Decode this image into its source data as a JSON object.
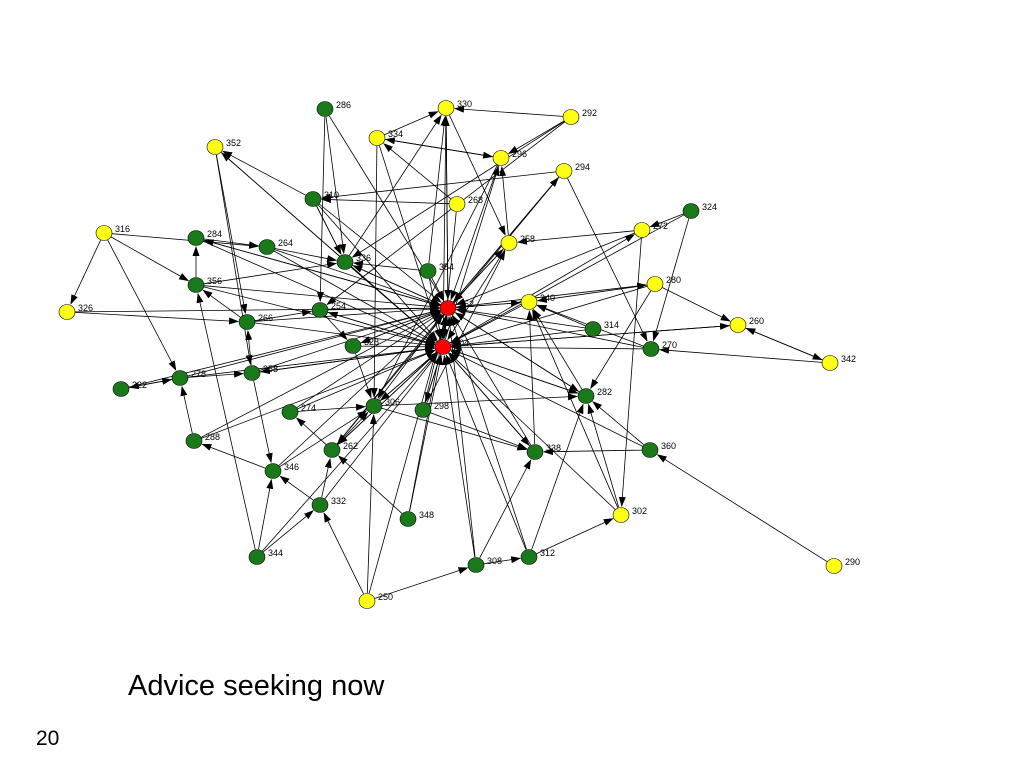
{
  "caption": "Advice seeking now",
  "page_number": "20",
  "colors": {
    "green": "#1a7a1a",
    "yellow": "#ffff14",
    "red": "#ff0000",
    "edge": "#000000"
  },
  "nodes": [
    {
      "id": "286",
      "color": "green"
    },
    {
      "id": "330",
      "color": "yellow"
    },
    {
      "id": "292",
      "color": "yellow"
    },
    {
      "id": "352",
      "color": "yellow"
    },
    {
      "id": "334",
      "color": "yellow"
    },
    {
      "id": "296",
      "color": "yellow"
    },
    {
      "id": "294",
      "color": "yellow"
    },
    {
      "id": "310",
      "color": "green"
    },
    {
      "id": "268",
      "color": "yellow"
    },
    {
      "id": "324",
      "color": "green"
    },
    {
      "id": "316",
      "color": "yellow"
    },
    {
      "id": "284",
      "color": "green"
    },
    {
      "id": "264",
      "color": "green"
    },
    {
      "id": "258",
      "color": "yellow"
    },
    {
      "id": "272",
      "color": "yellow"
    },
    {
      "id": "336",
      "color": "green"
    },
    {
      "id": "354",
      "color": "green"
    },
    {
      "id": "280",
      "color": "yellow"
    },
    {
      "id": "356",
      "color": "green"
    },
    {
      "id": "326",
      "color": "yellow"
    },
    {
      "id": "254",
      "color": "green"
    },
    {
      "id": "252",
      "color": "red"
    },
    {
      "id": "340",
      "color": "yellow"
    },
    {
      "id": "266",
      "color": "green"
    },
    {
      "id": "260",
      "color": "yellow"
    },
    {
      "id": "314",
      "color": "green"
    },
    {
      "id": "328",
      "color": "green"
    },
    {
      "id": "304",
      "color": "red"
    },
    {
      "id": "270",
      "color": "green"
    },
    {
      "id": "342",
      "color": "yellow"
    },
    {
      "id": "358",
      "color": "green"
    },
    {
      "id": "278",
      "color": "green"
    },
    {
      "id": "322",
      "color": "green"
    },
    {
      "id": "282",
      "color": "green"
    },
    {
      "id": "274",
      "color": "green"
    },
    {
      "id": "306",
      "color": "green"
    },
    {
      "id": "298",
      "color": "green"
    },
    {
      "id": "288",
      "color": "green"
    },
    {
      "id": "262",
      "color": "green"
    },
    {
      "id": "338",
      "color": "green"
    },
    {
      "id": "360",
      "color": "green"
    },
    {
      "id": "346",
      "color": "green"
    },
    {
      "id": "332",
      "color": "green"
    },
    {
      "id": "348",
      "color": "green"
    },
    {
      "id": "302",
      "color": "yellow"
    },
    {
      "id": "344",
      "color": "green"
    },
    {
      "id": "308",
      "color": "green"
    },
    {
      "id": "312",
      "color": "green"
    },
    {
      "id": "290",
      "color": "yellow"
    },
    {
      "id": "250",
      "color": "yellow"
    }
  ],
  "edges": [
    [
      "316",
      "326"
    ],
    [
      "316",
      "356"
    ],
    [
      "316",
      "278"
    ],
    [
      "316",
      "264"
    ],
    [
      "326",
      "252"
    ],
    [
      "326",
      "266"
    ],
    [
      "352",
      "358"
    ],
    [
      "352",
      "266"
    ],
    [
      "352",
      "304"
    ],
    [
      "286",
      "336"
    ],
    [
      "286",
      "254"
    ],
    [
      "286",
      "252"
    ],
    [
      "334",
      "330"
    ],
    [
      "334",
      "296"
    ],
    [
      "334",
      "306"
    ],
    [
      "334",
      "304"
    ],
    [
      "330",
      "304"
    ],
    [
      "330",
      "258"
    ],
    [
      "330",
      "252"
    ],
    [
      "292",
      "330"
    ],
    [
      "292",
      "336"
    ],
    [
      "292",
      "254"
    ],
    [
      "292",
      "296"
    ],
    [
      "296",
      "252"
    ],
    [
      "296",
      "334"
    ],
    [
      "296",
      "306"
    ],
    [
      "294",
      "262"
    ],
    [
      "294",
      "252"
    ],
    [
      "294",
      "270"
    ],
    [
      "294",
      "310"
    ],
    [
      "268",
      "310"
    ],
    [
      "268",
      "334"
    ],
    [
      "268",
      "304"
    ],
    [
      "310",
      "352"
    ],
    [
      "310",
      "336"
    ],
    [
      "310",
      "252"
    ],
    [
      "310",
      "304"
    ],
    [
      "324",
      "272"
    ],
    [
      "324",
      "304"
    ],
    [
      "324",
      "270"
    ],
    [
      "272",
      "258"
    ],
    [
      "272",
      "252"
    ],
    [
      "272",
      "302"
    ],
    [
      "280",
      "340"
    ],
    [
      "280",
      "304"
    ],
    [
      "280",
      "260"
    ],
    [
      "280",
      "282"
    ],
    [
      "260",
      "342"
    ],
    [
      "260",
      "304"
    ],
    [
      "342",
      "270"
    ],
    [
      "342",
      "260"
    ],
    [
      "290",
      "360"
    ],
    [
      "360",
      "282"
    ],
    [
      "360",
      "304"
    ],
    [
      "360",
      "338"
    ],
    [
      "302",
      "282"
    ],
    [
      "302",
      "304"
    ],
    [
      "302",
      "340"
    ],
    [
      "312",
      "302"
    ],
    [
      "312",
      "282"
    ],
    [
      "312",
      "304"
    ],
    [
      "312",
      "252"
    ],
    [
      "308",
      "312"
    ],
    [
      "308",
      "252"
    ],
    [
      "308",
      "304"
    ],
    [
      "308",
      "338"
    ],
    [
      "250",
      "308"
    ],
    [
      "250",
      "332"
    ],
    [
      "250",
      "306"
    ],
    [
      "250",
      "252"
    ],
    [
      "344",
      "332"
    ],
    [
      "344",
      "346"
    ],
    [
      "344",
      "356"
    ],
    [
      "344",
      "304"
    ],
    [
      "348",
      "304"
    ],
    [
      "348",
      "252"
    ],
    [
      "348",
      "262"
    ],
    [
      "332",
      "262"
    ],
    [
      "332",
      "304"
    ],
    [
      "332",
      "346"
    ],
    [
      "346",
      "288"
    ],
    [
      "346",
      "252"
    ],
    [
      "346",
      "306"
    ],
    [
      "288",
      "278"
    ],
    [
      "288",
      "252"
    ],
    [
      "288",
      "304"
    ],
    [
      "322",
      "278"
    ],
    [
      "322",
      "252"
    ],
    [
      "278",
      "322"
    ],
    [
      "278",
      "358"
    ],
    [
      "278",
      "304"
    ],
    [
      "278",
      "252"
    ],
    [
      "358",
      "304"
    ],
    [
      "358",
      "252"
    ],
    [
      "358",
      "266"
    ],
    [
      "356",
      "284"
    ],
    [
      "356",
      "252"
    ],
    [
      "356",
      "304"
    ],
    [
      "356",
      "336"
    ],
    [
      "284",
      "264"
    ],
    [
      "284",
      "252"
    ],
    [
      "284",
      "304"
    ],
    [
      "264",
      "252"
    ],
    [
      "264",
      "304"
    ],
    [
      "264",
      "336"
    ],
    [
      "266",
      "304"
    ],
    [
      "266",
      "252"
    ],
    [
      "266",
      "254"
    ],
    [
      "254",
      "252"
    ],
    [
      "254",
      "304"
    ],
    [
      "254",
      "328"
    ],
    [
      "336",
      "252"
    ],
    [
      "336",
      "304"
    ],
    [
      "336",
      "330"
    ],
    [
      "354",
      "330"
    ],
    [
      "354",
      "252"
    ],
    [
      "354",
      "304"
    ],
    [
      "328",
      "252"
    ],
    [
      "328",
      "304"
    ],
    [
      "306",
      "252"
    ],
    [
      "306",
      "304"
    ],
    [
      "306",
      "282"
    ],
    [
      "298",
      "252"
    ],
    [
      "298",
      "304"
    ],
    [
      "298",
      "258"
    ],
    [
      "262",
      "252"
    ],
    [
      "262",
      "304"
    ],
    [
      "262",
      "274"
    ],
    [
      "274",
      "252"
    ],
    [
      "274",
      "304"
    ],
    [
      "338",
      "252"
    ],
    [
      "338",
      "304"
    ],
    [
      "338",
      "340"
    ],
    [
      "282",
      "252"
    ],
    [
      "282",
      "304"
    ],
    [
      "282",
      "340"
    ],
    [
      "270",
      "252"
    ],
    [
      "270",
      "304"
    ],
    [
      "270",
      "340"
    ],
    [
      "314",
      "304"
    ],
    [
      "314",
      "252"
    ],
    [
      "314",
      "340"
    ],
    [
      "340",
      "252"
    ],
    [
      "340",
      "304"
    ],
    [
      "258",
      "252"
    ],
    [
      "258",
      "304"
    ],
    [
      "258",
      "296"
    ],
    [
      "252",
      "304"
    ],
    [
      "304",
      "252"
    ],
    [
      "252",
      "258"
    ],
    [
      "252",
      "340"
    ],
    [
      "304",
      "306"
    ],
    [
      "304",
      "282"
    ],
    [
      "304",
      "338"
    ],
    [
      "252",
      "336"
    ],
    [
      "304",
      "254"
    ],
    [
      "252",
      "328"
    ],
    [
      "304",
      "298"
    ],
    [
      "252",
      "282"
    ],
    [
      "304",
      "262"
    ],
    [
      "304",
      "352"
    ],
    [
      "252",
      "284"
    ],
    [
      "304",
      "358"
    ],
    [
      "252",
      "330"
    ],
    [
      "304",
      "296"
    ],
    [
      "252",
      "294"
    ],
    [
      "304",
      "272"
    ],
    [
      "252",
      "280"
    ],
    [
      "304",
      "260"
    ],
    [
      "266",
      "356"
    ],
    [
      "358",
      "346"
    ],
    [
      "262",
      "306"
    ],
    [
      "306",
      "338"
    ],
    [
      "298",
      "338"
    ],
    [
      "274",
      "306"
    ],
    [
      "328",
      "306"
    ],
    [
      "354",
      "336"
    ],
    [
      "310",
      "336"
    ]
  ]
}
